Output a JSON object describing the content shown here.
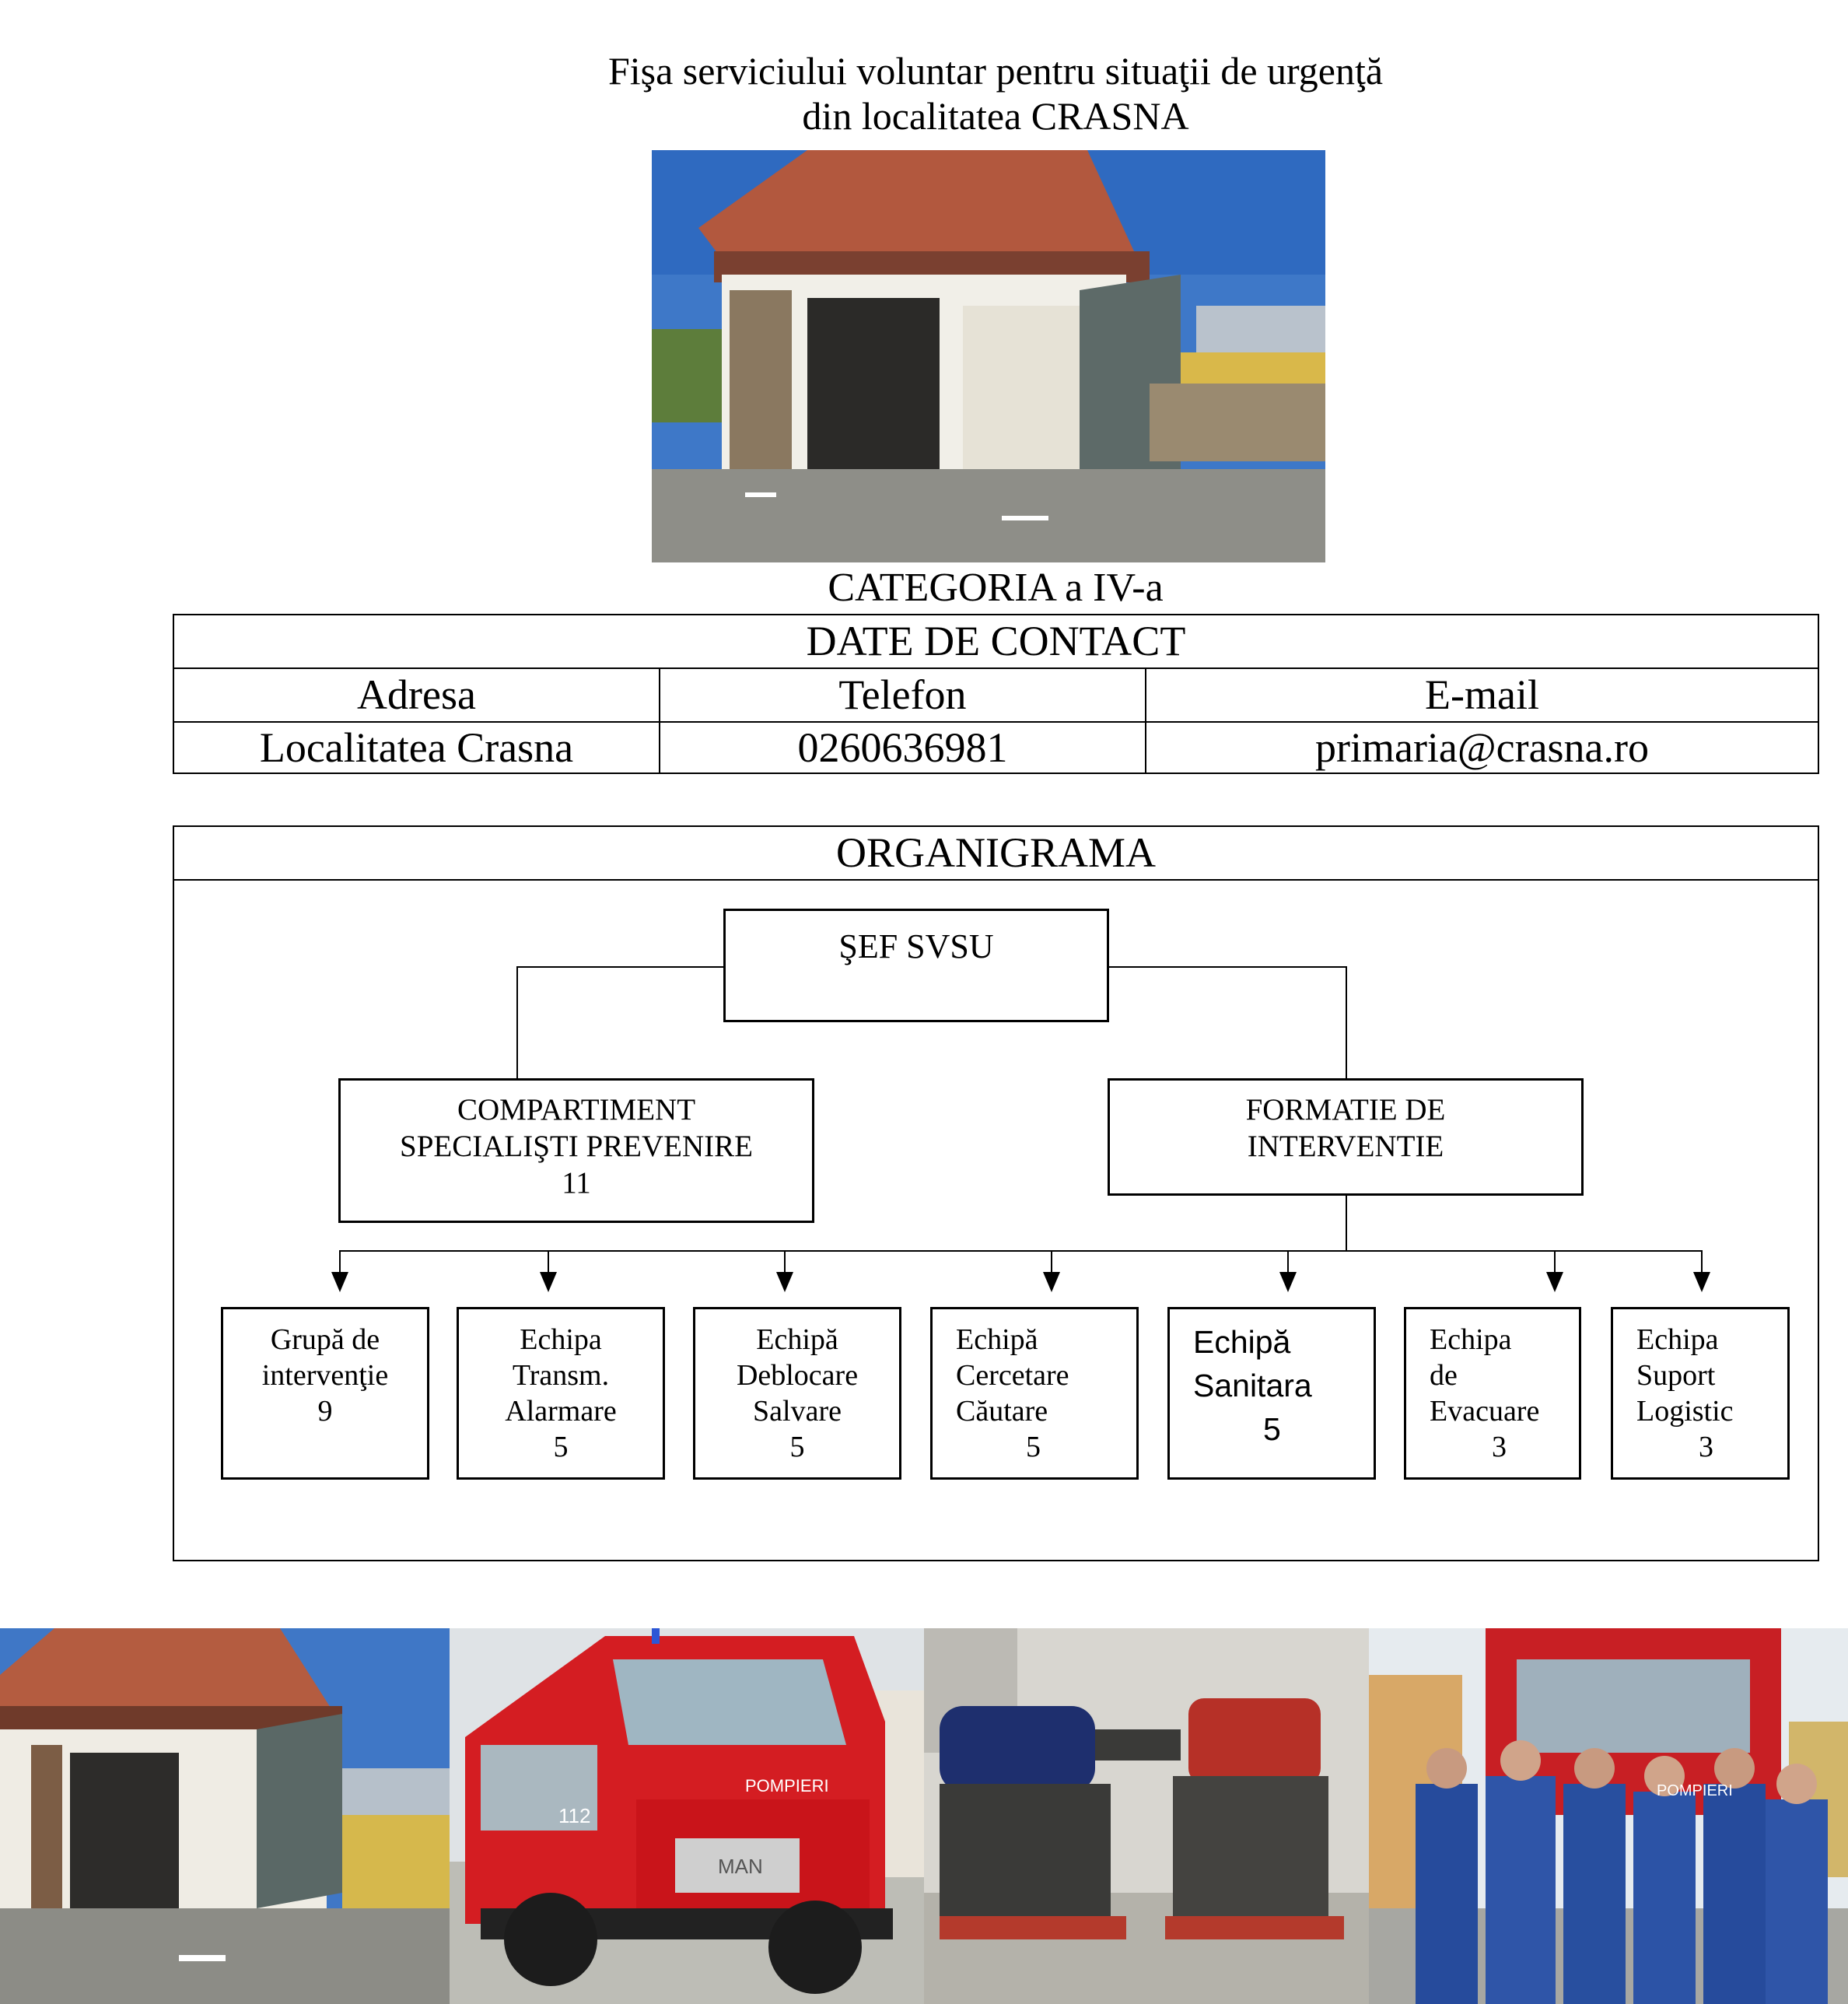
{
  "header": {
    "title_line1": "Fişa serviciului voluntar pentru situaţii de urgenţă",
    "title_line2": "din localitatea CRASNA"
  },
  "category": "CATEGORIA a IV-a",
  "contact": {
    "heading": "DATE DE CONTACT",
    "columns": [
      "Adresa",
      "Telefon",
      "E-mail"
    ],
    "values": [
      "Localitatea Crasna",
      "0260636981",
      "primaria@crasna.ro"
    ]
  },
  "org": {
    "heading": "ORGANIGRAMA",
    "root": "ŞEF SVSU",
    "left": {
      "line1": "COMPARTIMENT",
      "line2": "SPECIALIŞTI PREVENIRE",
      "count": "11"
    },
    "right": {
      "line1": "FORMATIE DE",
      "line2": "INTERVENTIE"
    },
    "teams": [
      {
        "lines": [
          "Grupă de",
          "intervenţie"
        ],
        "count": "9"
      },
      {
        "lines": [
          "Echipa",
          "Transm.",
          "Alarmare"
        ],
        "count": "5"
      },
      {
        "lines": [
          "Echipă",
          "Deblocare",
          "Salvare"
        ],
        "count": "5"
      },
      {
        "lines": [
          "Echipă",
          "Cercetare",
          "Căutare"
        ],
        "count": "5"
      },
      {
        "lines": [
          "Echipă",
          "Sanitara"
        ],
        "count": "5"
      },
      {
        "lines": [
          "Echipa",
          "de",
          "Evacuare"
        ],
        "count": "3"
      },
      {
        "lines": [
          "Echipa",
          "Suport",
          "Logistic"
        ],
        "count": "3"
      }
    ]
  },
  "photos": {
    "top": "garage-photo",
    "bottom": [
      "garage-photo",
      "fire-truck-photo",
      "pump-engines-photo",
      "firefighters-team-photo"
    ]
  },
  "photo_text": {
    "truck_door": "POMPIERI",
    "truck_number": "112",
    "truck_brand": "MAN",
    "team_truck": "POMPIERI"
  }
}
